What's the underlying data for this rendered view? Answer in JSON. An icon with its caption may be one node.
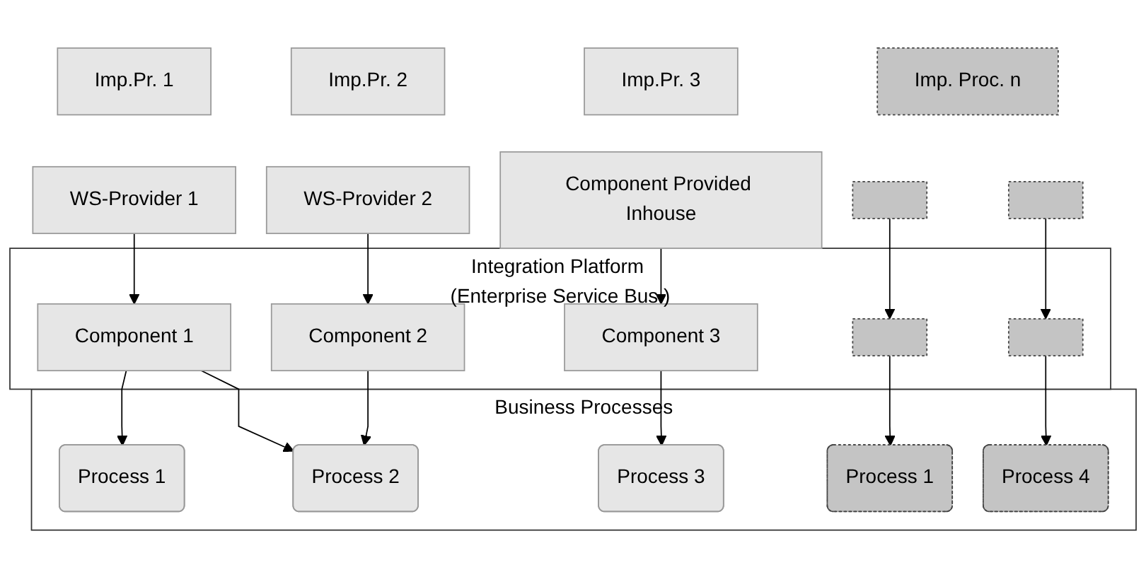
{
  "diagram": {
    "nodes": [
      {
        "text": [
          "Imp.Pr. 1"
        ]
      },
      {
        "text": [
          "Imp.Pr. 2"
        ]
      },
      {
        "text": [
          "Imp.Pr. 3"
        ]
      },
      {
        "text": [
          "Imp. Proc. n"
        ]
      },
      {
        "text": [
          "WS-Provider 1"
        ]
      },
      {
        "text": [
          "WS-Provider 2"
        ]
      },
      {
        "text": [
          "Component Provided Inhouse"
        ]
      },
      {
        "text": [],
        "shape": "box"
      },
      {
        "text": [],
        "shape": "box"
      },
      {
        "text": [
          "Integration Platform (Enterprise Service Bus )"
        ]
      },
      {
        "text": [
          "Component 1"
        ],
        "in": 9
      },
      {
        "text": [
          "Component 2"
        ],
        "in": 9
      },
      {
        "text": [
          "Component 3"
        ],
        "in": 9
      },
      {
        "text": [],
        "shape": "box",
        "in": 9
      },
      {
        "text": [],
        "shape": "box",
        "in": 9
      },
      {
        "text": [
          "Business Processes"
        ]
      },
      {
        "text": [
          "Process 1"
        ],
        "in": 15
      },
      {
        "text": [
          "Process 2"
        ],
        "in": 15
      },
      {
        "text": [
          "Process 3"
        ],
        "in": 15
      },
      {
        "text": [
          "Process 1"
        ],
        "in": 15
      },
      {
        "text": [
          "Process 4"
        ],
        "in": 15
      }
    ],
    "edges": [
      {
        "from": 4,
        "to": 10,
        "arrow": "to"
      },
      {
        "from": 5,
        "to": 11,
        "arrow": "to"
      },
      {
        "from": 6,
        "to": 12,
        "arrow": "to"
      },
      {
        "from": 7,
        "to": 13,
        "arrow": "to"
      },
      {
        "from": 8,
        "to": 14,
        "arrow": "to"
      },
      {
        "from": 10,
        "to": 16,
        "arrow": "to"
      },
      {
        "from": 10,
        "to": 17,
        "arrow": "to"
      },
      {
        "from": 11,
        "to": 17,
        "arrow": "to"
      },
      {
        "from": 12,
        "to": 18,
        "arrow": "to"
      },
      {
        "from": 13,
        "to": 19,
        "arrow": "to"
      },
      {
        "from": 14,
        "to": 20,
        "arrow": "to"
      }
    ]
  }
}
